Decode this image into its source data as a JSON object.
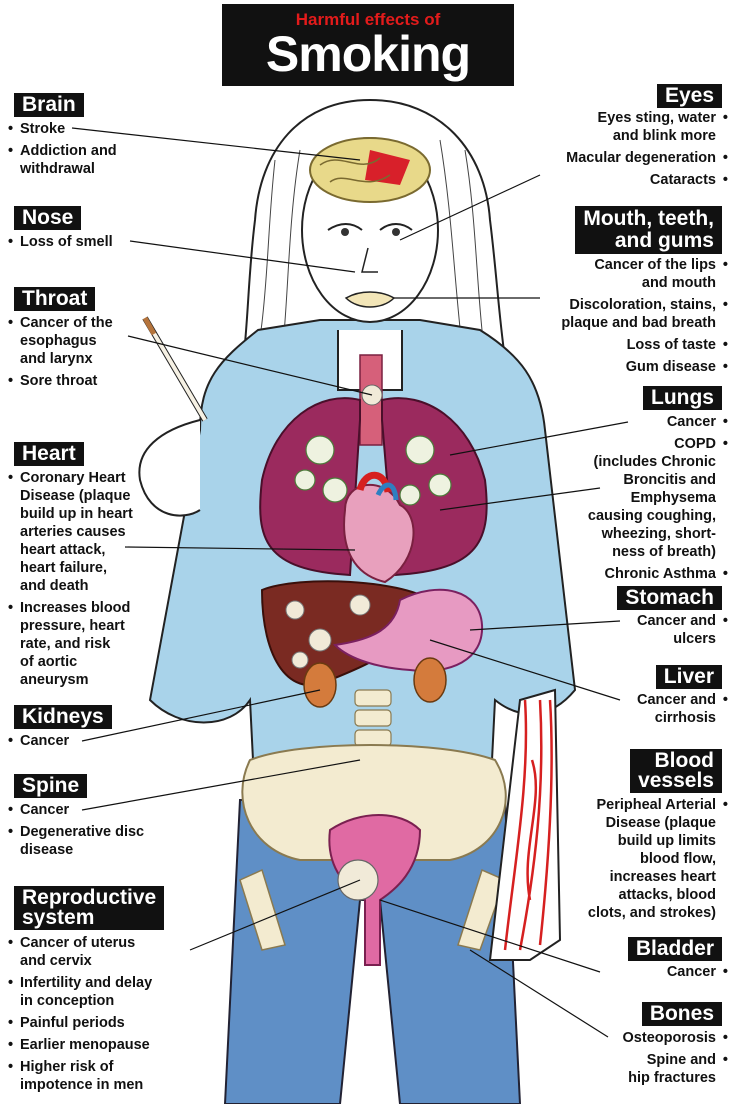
{
  "title": {
    "sub": "Harmful effects of",
    "main": "Smoking"
  },
  "left": [
    {
      "id": "brain",
      "heading": "Brain",
      "items": [
        [
          "Stroke"
        ],
        [
          "Addiction and",
          "withdrawal"
        ]
      ]
    },
    {
      "id": "nose",
      "heading": "Nose",
      "items": [
        [
          "Loss of smell"
        ]
      ]
    },
    {
      "id": "throat",
      "heading": "Throat",
      "items": [
        [
          "Cancer of the",
          "esophagus",
          "and larynx"
        ],
        [
          "Sore throat"
        ]
      ]
    },
    {
      "id": "heart",
      "heading": "Heart",
      "items": [
        [
          "Coronary Heart",
          "Disease (plaque",
          "build up in heart",
          "arteries causes",
          "heart attack,",
          "heart failure,",
          "and death"
        ],
        [
          "Increases blood",
          "pressure, heart",
          "rate, and risk",
          "of aortic",
          "aneurysm"
        ]
      ]
    },
    {
      "id": "kidneys",
      "heading": "Kidneys",
      "items": [
        [
          "Cancer"
        ]
      ]
    },
    {
      "id": "spine",
      "heading": "Spine",
      "items": [
        [
          "Cancer"
        ],
        [
          "Degenerative disc",
          "disease"
        ]
      ]
    },
    {
      "id": "reproductive",
      "heading": "Reproductive\nsystem",
      "items": [
        [
          "Cancer of uterus",
          "and cervix"
        ],
        [
          "Infertility and delay",
          "in conception"
        ],
        [
          "Painful periods"
        ],
        [
          "Earlier menopause"
        ],
        [
          "Higher risk of",
          "impotence in men"
        ]
      ]
    }
  ],
  "right": [
    {
      "id": "eyes",
      "heading": "Eyes",
      "items": [
        [
          "Eyes sting, water",
          "and blink more"
        ],
        [
          "Macular degeneration"
        ],
        [
          "Cataracts"
        ]
      ]
    },
    {
      "id": "mouth",
      "heading": "Mouth, teeth,\nand gums",
      "items": [
        [
          "Cancer of the lips",
          "and mouth"
        ],
        [
          "Discoloration, stains,",
          "plaque and bad breath"
        ],
        [
          "Loss of taste"
        ],
        [
          "Gum disease"
        ]
      ]
    },
    {
      "id": "lungs",
      "heading": "Lungs",
      "items": [
        [
          "Cancer"
        ],
        [
          "COPD",
          "(includes Chronic",
          "Broncitis and",
          "Emphysema",
          "causing coughing,",
          "wheezing, short-",
          "ness of breath)"
        ],
        [
          "Chronic Asthma"
        ]
      ]
    },
    {
      "id": "stomach",
      "heading": "Stomach",
      "items": [
        [
          "Cancer and",
          "ulcers"
        ]
      ]
    },
    {
      "id": "liver",
      "heading": "Liver",
      "items": [
        [
          "Cancer and",
          "cirrhosis"
        ]
      ]
    },
    {
      "id": "blood",
      "heading": "Blood\nvessels",
      "items": [
        [
          "Peripheal Arterial",
          "Disease (plaque",
          "build up limits",
          "blood flow,",
          "increases heart",
          "attacks, blood",
          "clots, and strokes)"
        ]
      ]
    },
    {
      "id": "bladder",
      "heading": "Bladder",
      "items": [
        [
          "Cancer"
        ]
      ]
    },
    {
      "id": "bones",
      "heading": "Bones",
      "items": [
        [
          "Osteoporosis"
        ],
        [
          "Spine and",
          "hip fractures"
        ]
      ]
    }
  ],
  "colors": {
    "header_bg": "#111111",
    "title_accent": "#e31b1b",
    "shirt": "#a9d3ea",
    "jeans": "#5f8fc6",
    "lungs": "#9b2a5e",
    "liver": "#7a2a22",
    "blood": "#d62020"
  }
}
